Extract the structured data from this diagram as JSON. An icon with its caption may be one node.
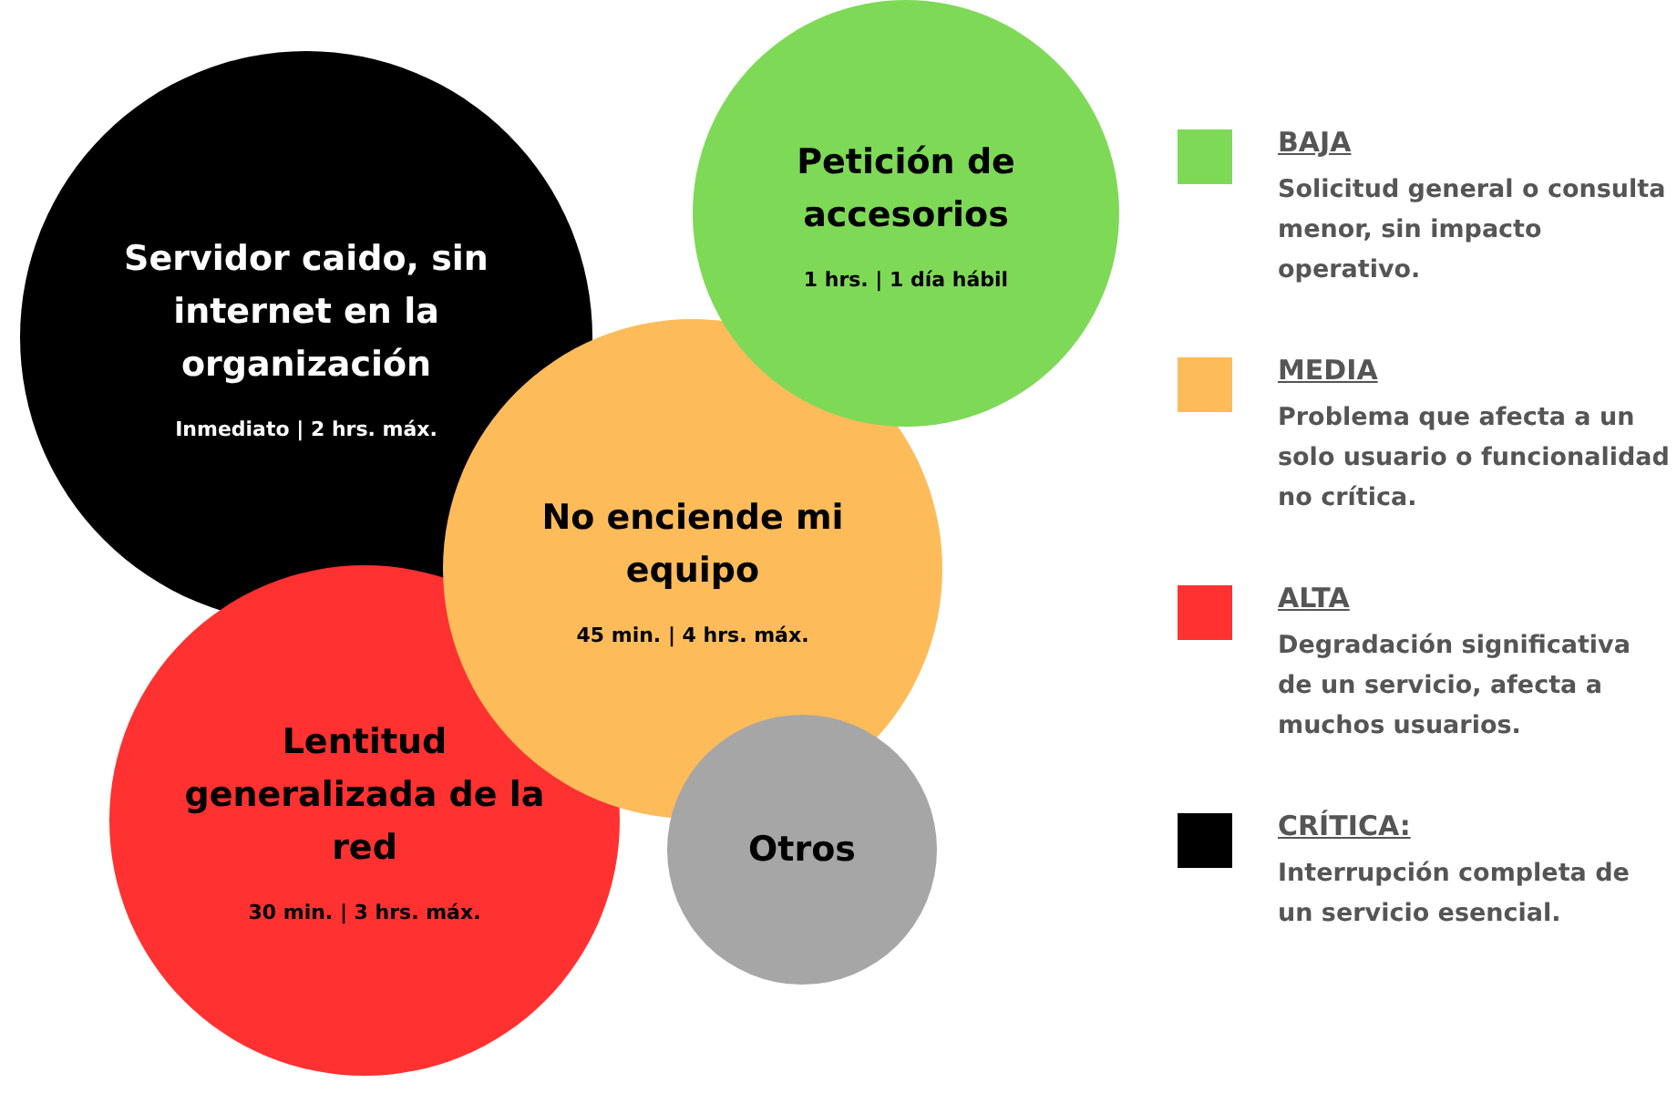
{
  "diagram": {
    "nodes": [
      {
        "text": [
          "Servidor caido, sin internet en la organización",
          "Inmediato | 2 hrs. máx."
        ]
      },
      {
        "text": [
          "Petición de accesorios",
          "1 hrs. | 1 día hábil"
        ]
      },
      {
        "text": [
          "No enciende mi equipo",
          "45 min. | 4 hrs. máx."
        ]
      },
      {
        "text": [
          "Lentitud generalizada de la red",
          "30 min. | 3 hrs. máx."
        ]
      },
      {
        "text": [
          "Otros"
        ]
      }
    ],
    "labels": [
      "Solicitud general o consulta menor, sin impacto operativo.",
      "Problema que afecta a un solo usuario o funcionalidad no crítica.",
      "Degradación significativa de un servicio, afecta a muchos usuarios.",
      "Interrupción completa de un servicio esencial."
    ],
    "legend": [
      {
        "text": "BAJA",
        "color": "#7ed957"
      },
      {
        "text": "MEDIA",
        "color": "#fdbb5a"
      },
      {
        "text": "ALTA",
        "color": "#ff3131"
      },
      {
        "text": "CRÍTICA:",
        "color": "#000000"
      }
    ]
  }
}
